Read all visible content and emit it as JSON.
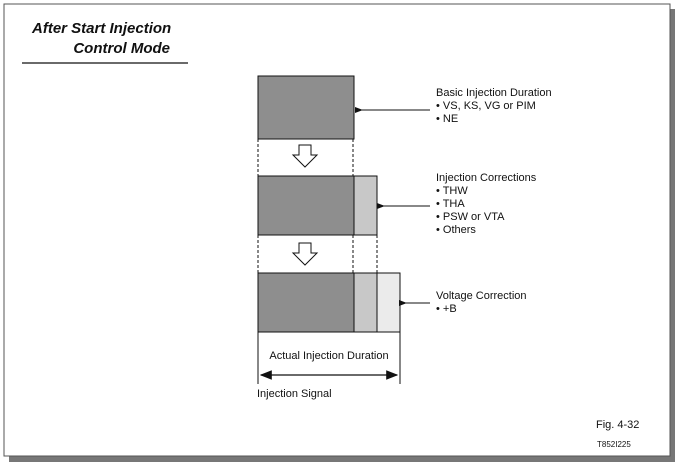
{
  "title": {
    "line1": "After Start Injection",
    "line2": "Control Mode"
  },
  "labels": {
    "basic": {
      "heading": "Basic Injection Duration",
      "items": [
        "• VS, KS, VG or PIM",
        "• NE"
      ]
    },
    "corrections": {
      "heading": "Injection Corrections",
      "items": [
        "• THW",
        "• THA",
        "• PSW or VTA",
        "• Others"
      ]
    },
    "voltage": {
      "heading": "Voltage Correction",
      "items": [
        "• +B"
      ]
    }
  },
  "actual_duration": "Actual Injection Duration",
  "injection_signal": "Injection Signal",
  "figure_number": "Fig. 4-32",
  "code": "T852I225",
  "colors": {
    "dark": "#8e8e8e",
    "medium": "#c8c8c8",
    "light": "#ebebeb"
  }
}
